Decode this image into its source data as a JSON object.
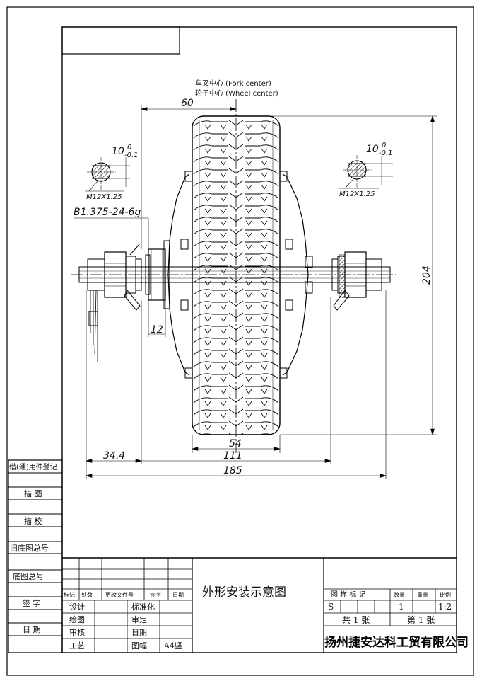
{
  "labels": {
    "fork_center": "车叉中心 (Fork center)",
    "wheel_center": "轮子中心 (Wheel center)"
  },
  "dimensions": {
    "d60": "60",
    "tol_left_main": "10",
    "tol_left_upper": "0",
    "tol_left_lower": "-0.1",
    "tol_right_main": "10",
    "tol_right_upper": "0",
    "tol_right_lower": "-0.1",
    "thread_left": "M12X1.25",
    "thread_right": "M12X1.25",
    "freewheel_thread": "B1.375-24-6g",
    "d12": "12",
    "d204": "204",
    "d54": "54",
    "d34_4": "34.4",
    "d111": "111",
    "d185": "185"
  },
  "side_table": {
    "r1": "借(通)用件登记",
    "r2": "描  图",
    "r3": "描  校",
    "r4": "旧底图总号",
    "r5": "底图总号",
    "r6": "签  字",
    "r7": "日  期"
  },
  "title_block": {
    "h_biaoji": "标记",
    "h_chushu": "处数",
    "h_wenjian": "更改文件号",
    "h_qianzi": "签字",
    "h_riqi": "日期",
    "sheji": "设计",
    "huitu": "绘图",
    "shenhe": "审核",
    "gongyi": "工艺",
    "biaozhunhua": "标准化",
    "shending": "审定",
    "riqi2": "日期",
    "tufu": "图幅",
    "a4": "A4竖",
    "title": "外形安装示意图",
    "h_tuyang": "图 样 标 记",
    "h_shuliang": "数量",
    "h_zhongliang": "重量",
    "h_bili": "比例",
    "mark_s": "S",
    "qty": "1",
    "scale": "1:2",
    "total_sheets": "共 1 张",
    "sheet_no": "第 1 张",
    "company": "扬州捷安达科工贸有限公司"
  }
}
